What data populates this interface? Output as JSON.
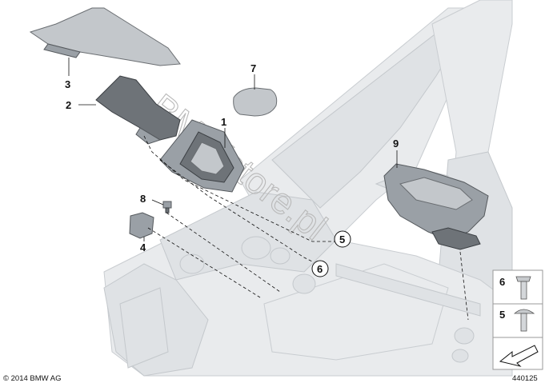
{
  "diagram": {
    "callouts": [
      "1",
      "2",
      "3",
      "4",
      "5",
      "6",
      "7",
      "8",
      "9"
    ],
    "legend": {
      "items": [
        "6",
        "5"
      ]
    },
    "copyright": "© 2014 BMW AG",
    "diagram_number": "440125",
    "watermark": "BMWstore.pl"
  }
}
